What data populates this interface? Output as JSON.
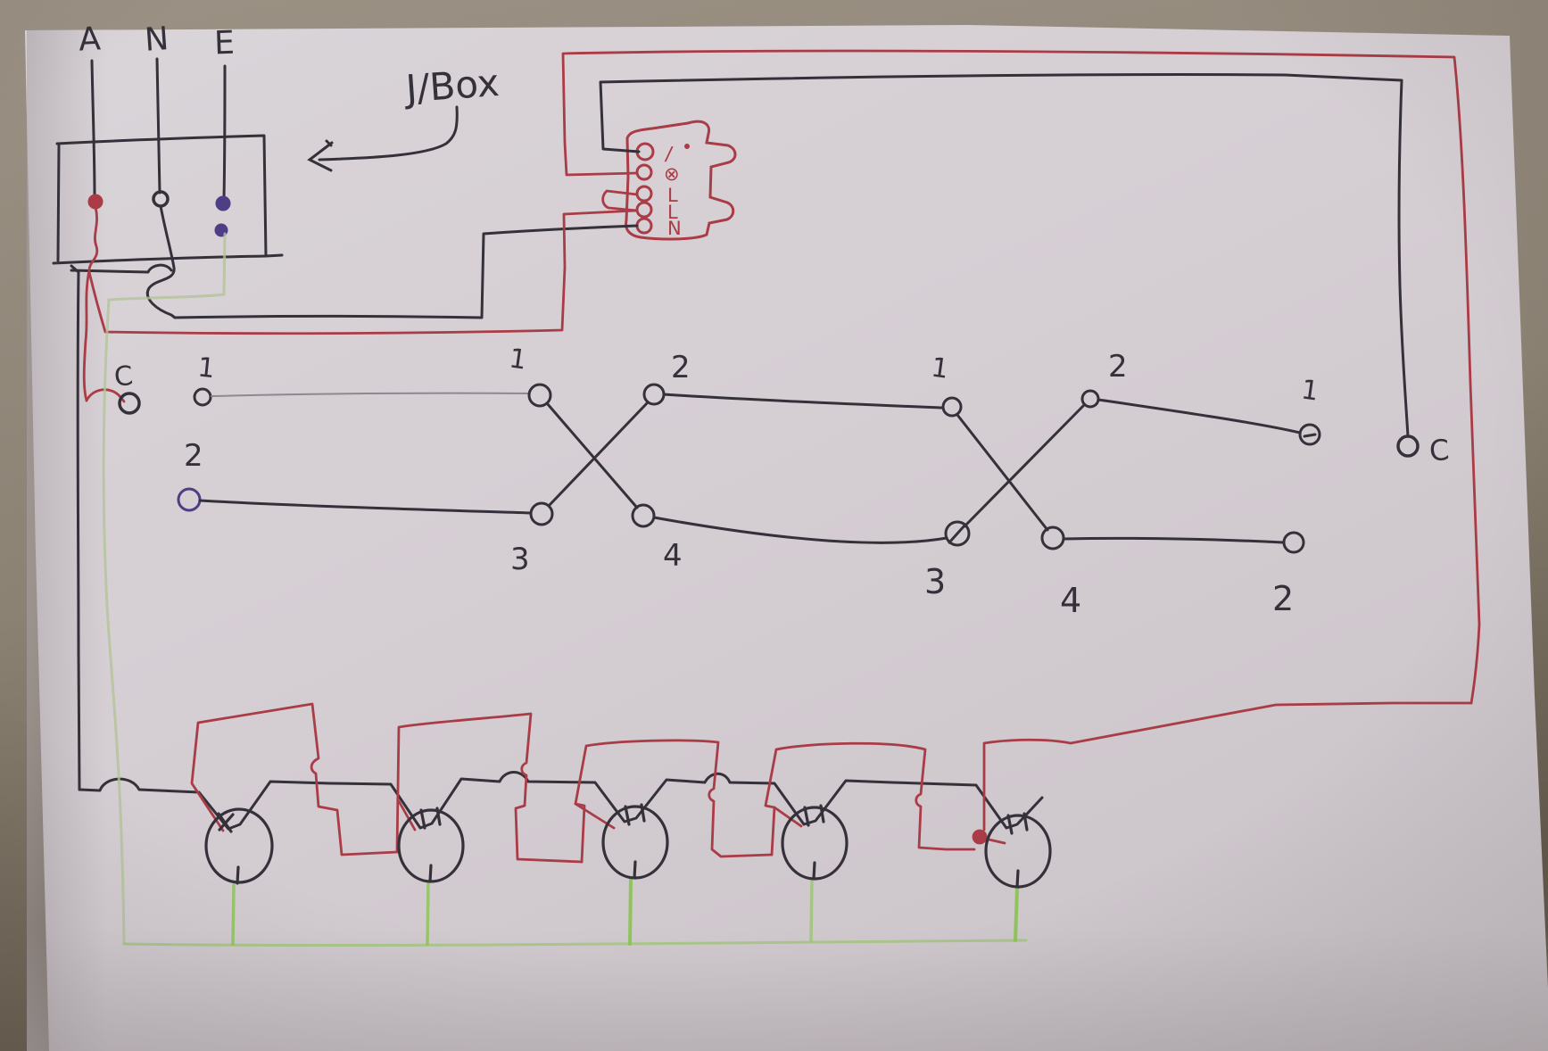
{
  "colors": {
    "wall_light": "#a29888",
    "wall_mid": "#958b7d",
    "wall_dark": "#675d4f",
    "paper_light": "#dcd7db",
    "paper_mid": "#d4cdd2",
    "paper_dark": "#c3bcc1",
    "ink_black": "#35313b",
    "ink_gray": "#8d8893",
    "ink_red": "#a93c46",
    "ink_red_soft": "#b65a60",
    "ink_purple": "#4e3e85",
    "ink_green_bright": "#8cc455",
    "ink_green_faint": "#b4c49a"
  },
  "jbox": {
    "label": "J/Box",
    "incoming": [
      "A",
      "N",
      "E"
    ]
  },
  "connector": {
    "terminals": [
      "∕",
      "⊗",
      "L",
      "L",
      "N"
    ]
  },
  "switch_left": {
    "c": "C",
    "t1": "1",
    "t2": "2"
  },
  "intermediate_1": {
    "t1": "1",
    "t2": "2",
    "t3": "3",
    "t4": "4"
  },
  "intermediate_2": {
    "t1": "1",
    "t2": "2",
    "t3": "3",
    "t4": "4"
  },
  "switch_right": {
    "t1": "1",
    "t2": "2",
    "c": "C"
  },
  "lamps": {
    "count": 5
  }
}
